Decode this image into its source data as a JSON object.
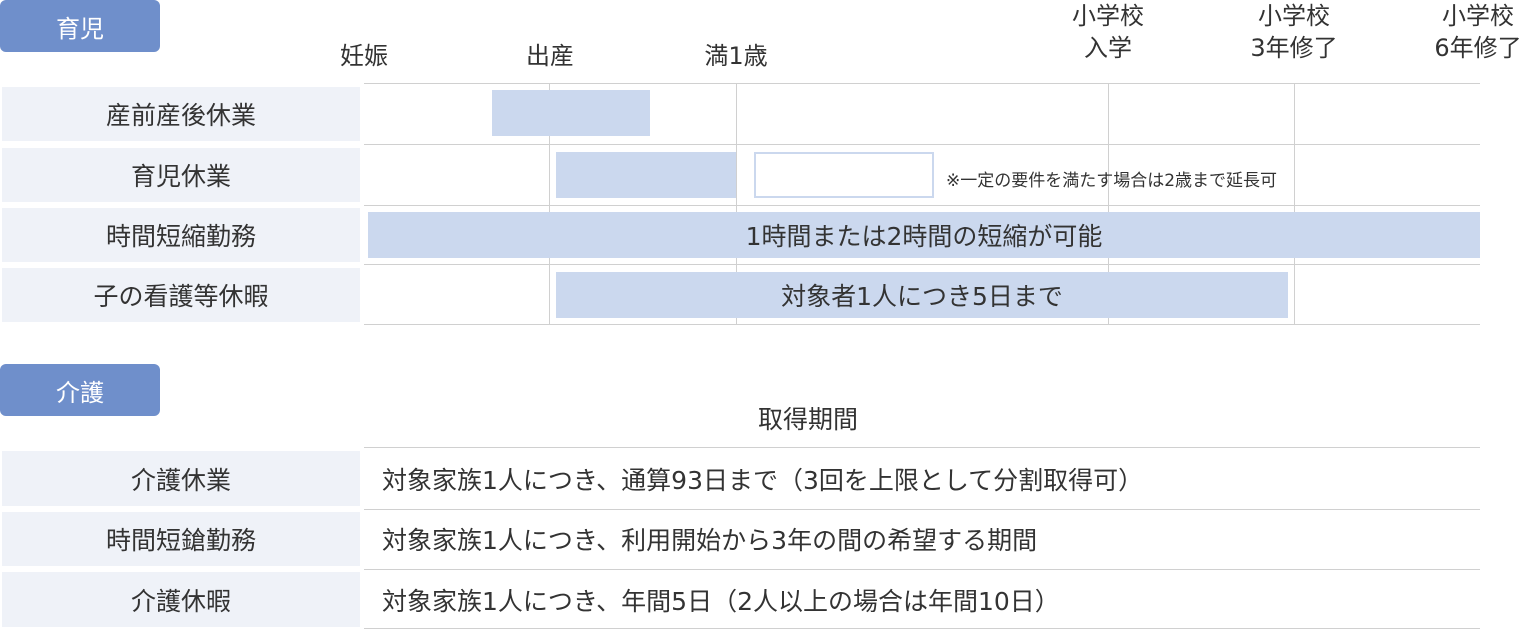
{
  "childcare": {
    "badge": "育児",
    "milestones": [
      {
        "line1": "",
        "line2": "妊娠"
      },
      {
        "line1": "",
        "line2": "出産"
      },
      {
        "line1": "",
        "line2": "満1歳"
      },
      {
        "line1": "小学校",
        "line2": "入学"
      },
      {
        "line1": "小学校",
        "line2": "3年修了"
      },
      {
        "line1": "小学校",
        "line2": "6年修了"
      }
    ],
    "rows": [
      {
        "label": "産前産後休業",
        "bar_text": ""
      },
      {
        "label": "育児休業",
        "bar_text": "",
        "note": "※一定の要件を満たす場合は2歳まで延長可"
      },
      {
        "label": "時間短縮勤務",
        "bar_text": "1時間または2時間の短縮が可能"
      },
      {
        "label": "子の看護等休暇",
        "bar_text": "対象者1人につき5日まで"
      }
    ]
  },
  "nursing": {
    "badge": "介護",
    "column_header": "取得期間",
    "rows": [
      {
        "label": "介護休業",
        "text": "対象家族1人につき、通算93日まで（3回を上限として分割取得可）"
      },
      {
        "label": "時間短鎗勤務",
        "text": "対象家族1人につき、利用開始から3年の間の希望する期間"
      },
      {
        "label": "介護休暇",
        "text": "対象家族1人につき、年間5日（2人以上の場合は年間10日）"
      }
    ]
  },
  "colors": {
    "badge": "#6f8fcb",
    "bar": "#cbd8ee",
    "label_bg": "#eff2f8",
    "grid": "#d0d0d0"
  }
}
